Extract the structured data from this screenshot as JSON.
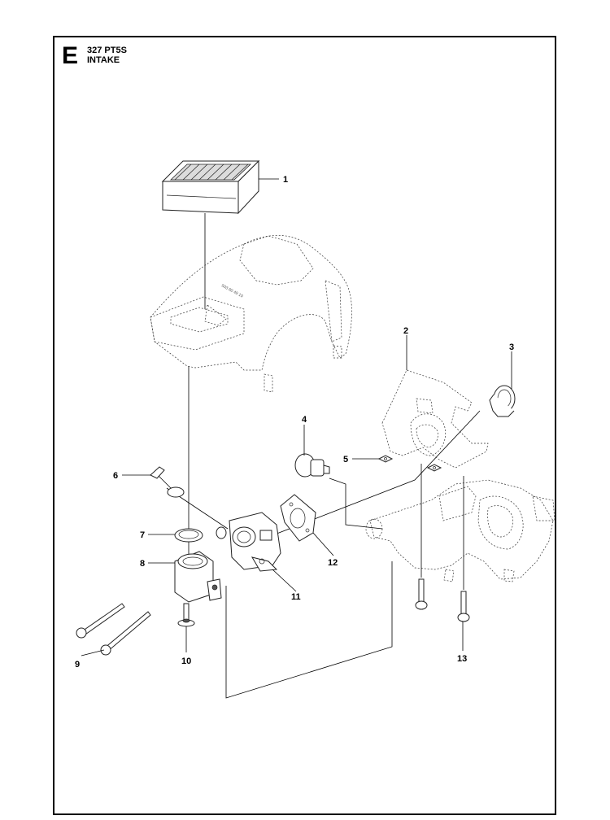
{
  "header": {
    "section_letter": "E",
    "model": "327 PT5S",
    "section_name": "INTAKE"
  },
  "callouts": [
    "1",
    "2",
    "3",
    "4",
    "5",
    "6",
    "7",
    "8",
    "9",
    "10",
    "11",
    "12",
    "13"
  ],
  "engraved_text": "503 60 49 10"
}
